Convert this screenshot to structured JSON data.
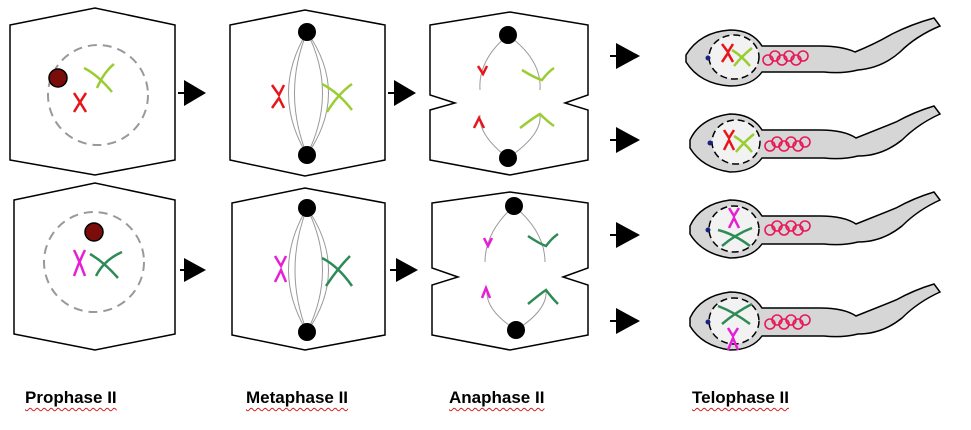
{
  "labels": {
    "prophase": "Prophase II",
    "metaphase": "Metaphase II",
    "anaphase": "Anaphase II",
    "telophase": "Telophase II"
  },
  "colors": {
    "cell_outline": "#000000",
    "nuclear_envelope": "#999999",
    "centrosome": "#7a0c0c",
    "spindle_pole": "#000000",
    "spindle_fiber": "#9a9a9a",
    "chromosome_red": "#e8141a",
    "chromosome_yellowgreen": "#9acd32",
    "chromosome_magenta": "#e61fd6",
    "chromosome_teal": "#2e8b57",
    "sperm_body": "#d6d6d6",
    "mitochondria": "#e8195a",
    "arrow": "#000000",
    "label_underline": "#d02020"
  }
}
